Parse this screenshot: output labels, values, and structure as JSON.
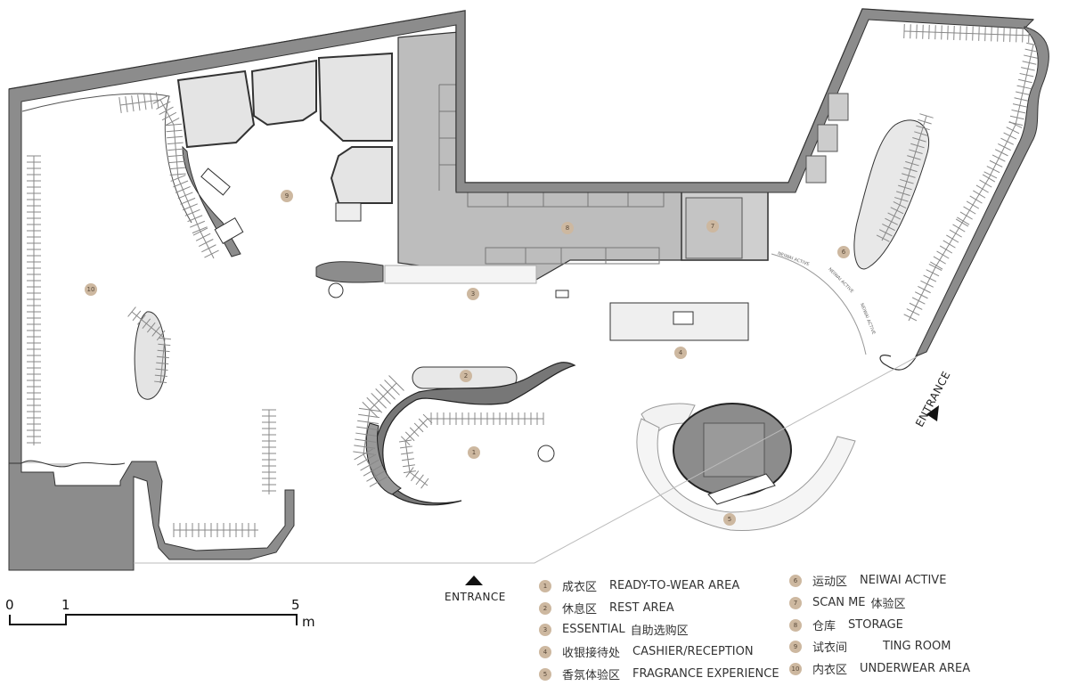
{
  "zones": [
    {
      "num": "1",
      "cn": "成衣区",
      "en": "READY-TO-WEAR AREA"
    },
    {
      "num": "2",
      "cn": "休息区",
      "en": "REST AREA"
    },
    {
      "num": "3",
      "cn": "ESSENTIAL",
      "en": "自助选购区"
    },
    {
      "num": "4",
      "cn": "收银接待处",
      "en": "CASHIER/RECEPTION"
    },
    {
      "num": "5",
      "cn": "香氛体验区",
      "en": "FRAGRANCE EXPERIENCE"
    },
    {
      "num": "6",
      "cn": "运动区",
      "en": "NEIWAI ACTIVE"
    },
    {
      "num": "7",
      "cn": "SCAN ME",
      "en": "体验区"
    },
    {
      "num": "8",
      "cn": "仓库",
      "en": "STORAGE"
    },
    {
      "num": "9",
      "cn": "试衣间",
      "en": "TING ROOM"
    },
    {
      "num": "10",
      "cn": "内衣区",
      "en": "UNDERWEAR AREA"
    }
  ],
  "entrance_label": "ENTRANCE",
  "arc_labels": [
    "NEIWAI ACTIVE",
    "NEIWAI ACTIVE",
    "NEIWAI ACTIVE"
  ],
  "scale": {
    "ticks": [
      "0",
      "1",
      "5"
    ],
    "unit": "m"
  },
  "colors": {
    "wall": "#8c8c8c",
    "storage": "#bdbdbd",
    "marker": "#cdb8a0",
    "line": "#222222"
  }
}
